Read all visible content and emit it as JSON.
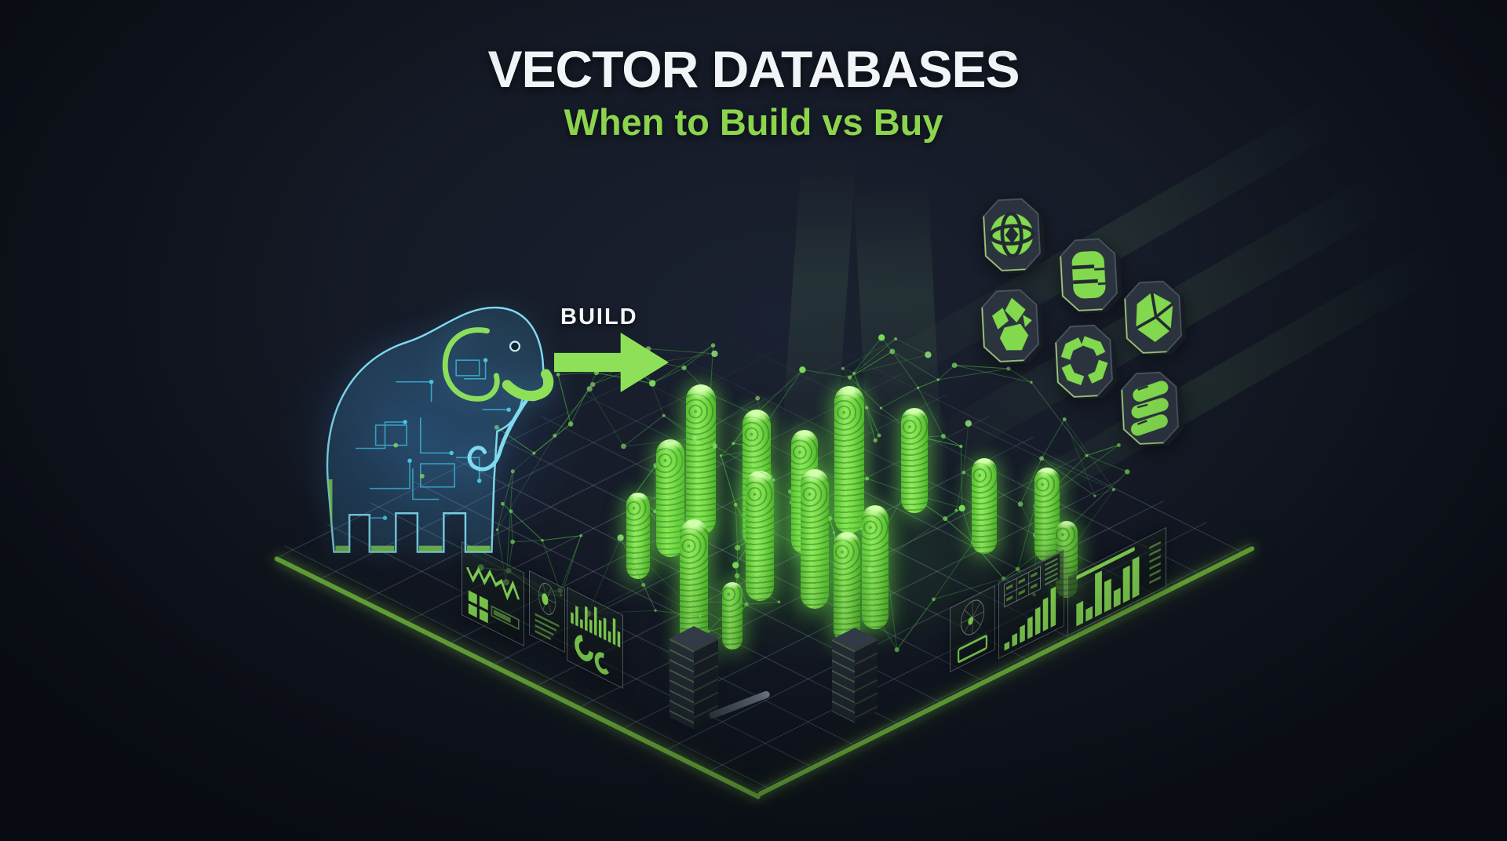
{
  "header": {
    "title": "VECTOR DATABASES",
    "subtitle": "When to Build vs Buy"
  },
  "labels": {
    "build": "BUILD"
  },
  "colors": {
    "background": "#121722",
    "title_white": "#f2f5f7",
    "accent_green": "#8cd44e",
    "arrow_green": "#8ee058",
    "platform_edge": "#7cc843",
    "cylinder_green": "#7ee04e",
    "mesh_green": "#54c24a",
    "elephant_cyan": "#7fd9ef",
    "badge_plate": "#2b333e"
  },
  "badges": [
    {
      "name": "geodesic-sphere-icon"
    },
    {
      "name": "database-stack-icon"
    },
    {
      "name": "faceted-cube-icon"
    },
    {
      "name": "crystal-cluster-icon"
    },
    {
      "name": "segmented-ring-icon"
    },
    {
      "name": "disk-stack-icon"
    }
  ],
  "panels": {
    "left": [
      {
        "type": "zigzag-squares",
        "values": [
          6,
          3,
          7,
          4,
          8,
          5,
          7,
          3,
          8,
          4
        ]
      },
      {
        "type": "radar-rows",
        "rows": 4
      },
      {
        "type": "spikes-donuts",
        "values": [
          5,
          9,
          4,
          11,
          6,
          13,
          8,
          10,
          5,
          12,
          7
        ]
      }
    ],
    "right": [
      {
        "type": "gauge-card",
        "rows": 1
      },
      {
        "type": "table-bars",
        "values": [
          6,
          10,
          14,
          18,
          23,
          28,
          34
        ]
      },
      {
        "type": "bar-chart",
        "values": [
          40,
          22,
          78,
          55,
          30,
          62,
          70
        ]
      }
    ]
  }
}
